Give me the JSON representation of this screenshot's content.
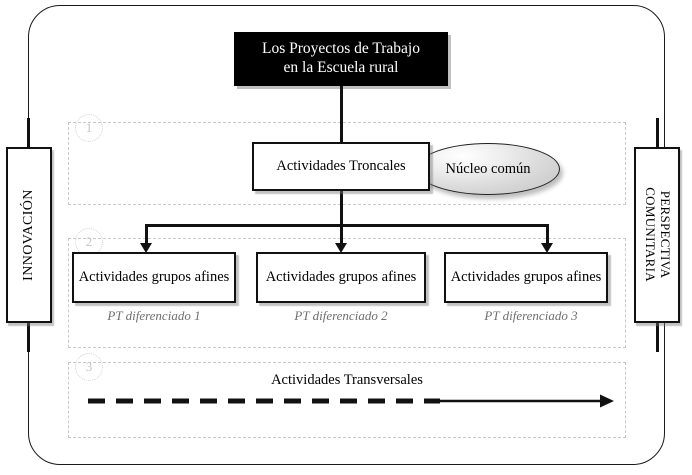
{
  "diagram": {
    "title": {
      "line1": "Los Proyectos de Trabajo",
      "line2": "en la Escuela rural"
    },
    "side_labels": {
      "left": "INNOVACIÓN",
      "right_line1": "PERSPECTIVA",
      "right_line2": "COMUNITARIA"
    },
    "phases": [
      {
        "number": "1",
        "label": "1"
      },
      {
        "number": "2",
        "label": "2"
      },
      {
        "number": "3",
        "label": "3"
      }
    ],
    "nodes": {
      "troncales": "Actividades Troncales",
      "nucleo": "Núcleo común",
      "afines_1": "Actividades grupos afines",
      "afines_2": "Actividades grupos afines",
      "afines_3": "Actividades grupos afines"
    },
    "captions": {
      "pt_1": "PT diferenciado 1",
      "pt_2": "PT diferenciado 2",
      "pt_3": "PT diferenciado 3"
    },
    "transversal": {
      "label": "Actividades Transversales"
    },
    "colors": {
      "title_background": "#000000",
      "title_text": "#ffffff",
      "node_border": "#111111",
      "region_border": "#c9c9c9",
      "caption_text": "#6f6f6f",
      "badge_text": "#c6c6c6",
      "ellipse_fill": "#d8d8d8"
    }
  }
}
